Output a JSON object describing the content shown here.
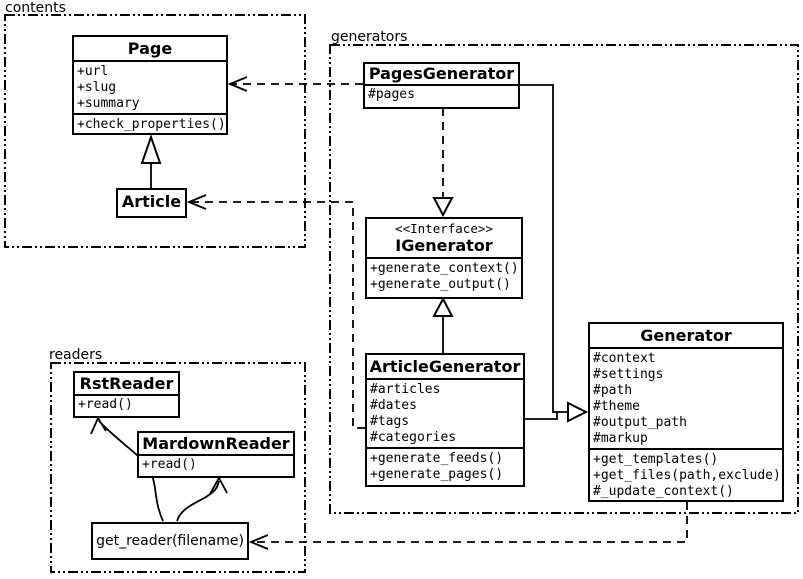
{
  "packages": {
    "contents": {
      "label": "contents"
    },
    "generators": {
      "label": "generators"
    },
    "readers": {
      "label": "readers"
    }
  },
  "classes": {
    "page": {
      "title": "Page",
      "attributes": [
        "+url",
        "+slug",
        "+summary"
      ],
      "methods": [
        "+check_properties()"
      ]
    },
    "article": {
      "title": "Article"
    },
    "pages_generator": {
      "title": "PagesGenerator",
      "attributes": [
        "#pages"
      ]
    },
    "igenerator": {
      "stereotype": "<<Interface>>",
      "title": "IGenerator",
      "methods": [
        "+generate_context()",
        "+generate_output()"
      ]
    },
    "article_generator": {
      "title": "ArticleGenerator",
      "attributes": [
        "#articles",
        "#dates",
        "#tags",
        "#categories"
      ],
      "methods": [
        "+generate_feeds()",
        "+generate_pages()"
      ]
    },
    "generator": {
      "title": "Generator",
      "attributes": [
        "#context",
        "#settings",
        "#path",
        "#theme",
        "#output_path",
        "#markup"
      ],
      "methods": [
        "+get_templates()",
        "+get_files(path,exclude)",
        "#_update_context()"
      ]
    },
    "rst_reader": {
      "title": "RstReader",
      "methods": [
        "+read()"
      ]
    },
    "mardown_reader": {
      "title": "MardownReader",
      "methods": [
        "+read()"
      ]
    },
    "get_reader": {
      "label": "get_reader(filename)"
    }
  },
  "relations": [
    {
      "from": "Article",
      "to": "Page",
      "type": "generalization"
    },
    {
      "from": "PagesGenerator",
      "to": "Page",
      "type": "dependency"
    },
    {
      "from": "ArticleGenerator",
      "to": "Article",
      "type": "dependency"
    },
    {
      "from": "PagesGenerator",
      "to": "IGenerator",
      "type": "realization"
    },
    {
      "from": "ArticleGenerator",
      "to": "IGenerator",
      "type": "generalization"
    },
    {
      "from": "PagesGenerator",
      "to": "Generator",
      "type": "generalization"
    },
    {
      "from": "ArticleGenerator",
      "to": "Generator",
      "type": "generalization"
    },
    {
      "from": "Generator",
      "to": "get_reader(filename)",
      "type": "dependency"
    },
    {
      "from": "get_reader(filename)",
      "to": "RstReader",
      "type": "association"
    },
    {
      "from": "get_reader(filename)",
      "to": "MardownReader",
      "type": "association"
    }
  ],
  "colors": {
    "ink": "#000000",
    "bg": "#ffffff"
  }
}
